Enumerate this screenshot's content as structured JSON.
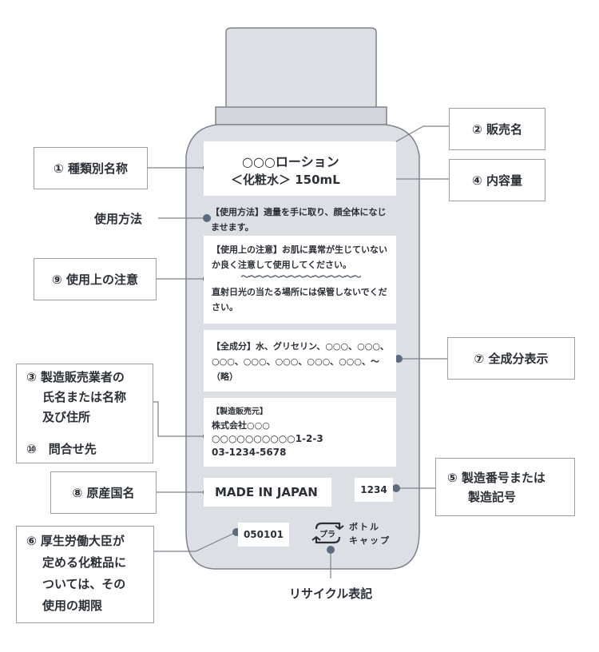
{
  "label_panel": {
    "product_name": "○○○ローション",
    "product_type": "＜化粧水＞",
    "volume": "150mL",
    "usage_text": "【使用方法】適量を手に取り、顔全体になじませます。",
    "caution_line1": "【使用上の注意】お肌に異常が生じていないか良く注意して使用してください。",
    "caution_wave": "〜〜〜〜〜〜〜〜〜〜〜〜〜〜〜",
    "caution_line2": "直射日光の当たる場所には保管しないでください。",
    "ingredients": "【全成分】水、グリセリン、○○○、○○○、○○○、○○○、○○○、○○○、○○○、〜（略）",
    "maker_title": "【製造販売元】",
    "maker_company": "株式会社○○○",
    "maker_address": "○○○○○○○○○○1-2-3",
    "maker_phone": "03-1234-5678",
    "origin": "MADE IN JAPAN",
    "lot": "1234",
    "expiry": "050101",
    "recycle_line1": "ボトル",
    "recycle_line2": "キャップ",
    "recycle_mark": "プラ"
  },
  "callouts": {
    "c1": "① 種類別名称",
    "c2": "② 販売名",
    "c4": "④ 内容量",
    "c_usage": "使用方法",
    "c9": "⑨ 使用上の注意",
    "c7": "⑦ 全成分表示",
    "c3_line1": "③ 製造販売業者の",
    "c3_line2": "氏名または名称",
    "c3_line3": "及び住所",
    "c10": "⑩　問合せ先",
    "c8": "⑧ 原産国名",
    "c5_line1": "⑤ 製造番号または",
    "c5_line2": "製造記号",
    "c6_line1": "⑥ 厚生労働大臣が",
    "c6_line2": "定める化粧品に",
    "c6_line3": "ついては、その",
    "c6_line4": "使用の期限",
    "c_recycle": "リサイクル表記"
  },
  "colors": {
    "bottle_fill": "#dcdfe4",
    "bottle_stroke": "#7d838c",
    "dot": "#5e6a7d",
    "line": "#7d838c"
  }
}
